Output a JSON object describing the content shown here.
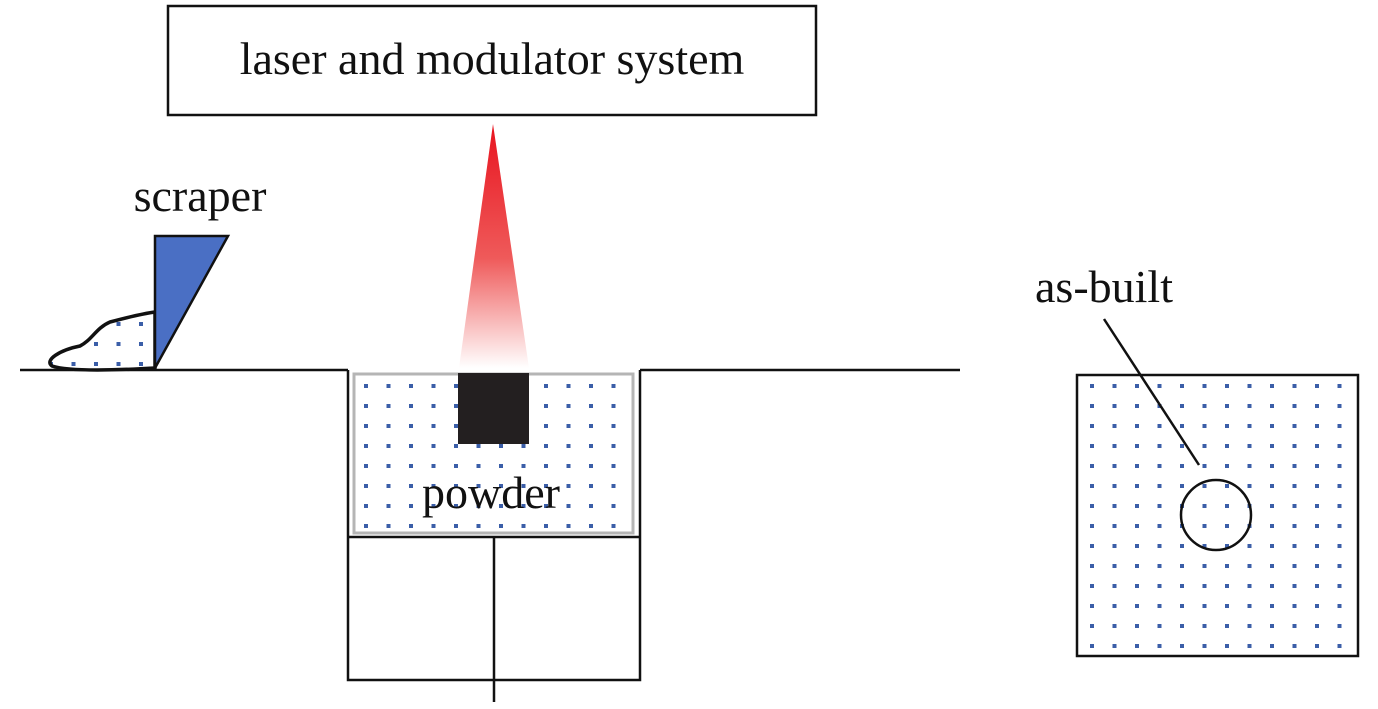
{
  "labels": {
    "laser_system": "laser and modulator system",
    "scraper": "scraper",
    "powder": "powder",
    "as_built": "as-built"
  },
  "colors": {
    "line": "#111111",
    "scraper_fill": "#4a6fc4",
    "powder_dot": "#3b5ea8",
    "laser_top": "#e8141f",
    "laser_bottom": "#ffffff",
    "built_part": "#231f20",
    "bed_border": "#b5b5b5"
  }
}
